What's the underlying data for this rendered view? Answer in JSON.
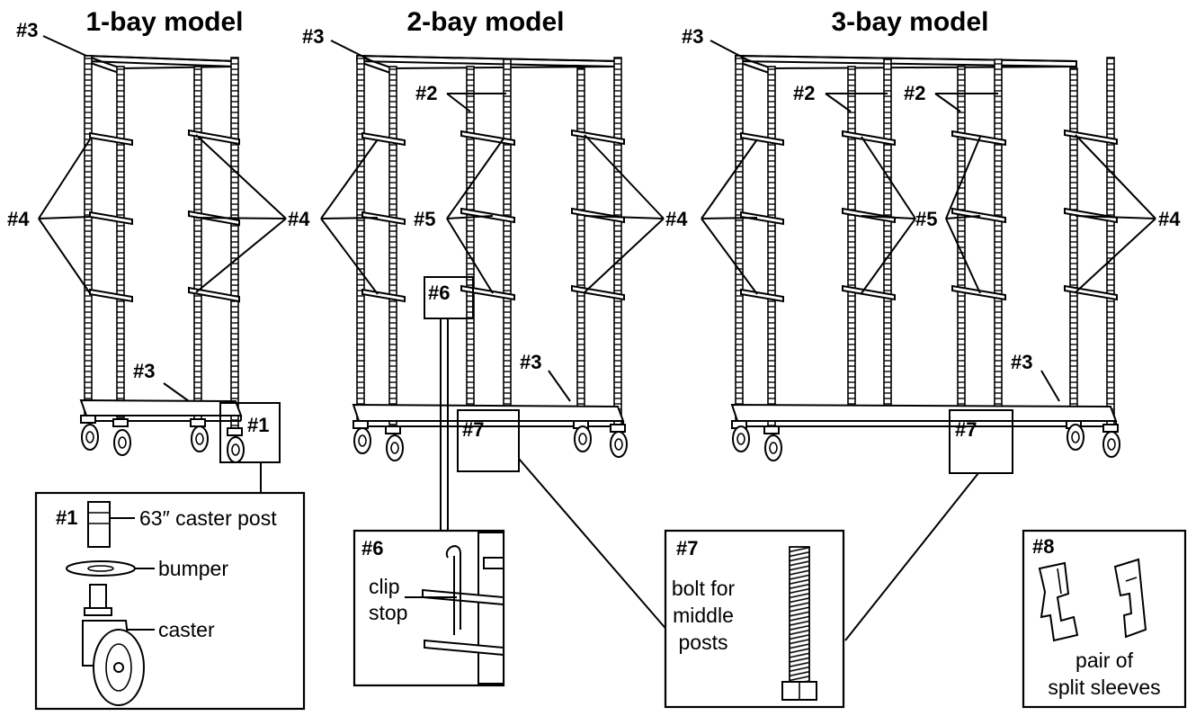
{
  "models": [
    {
      "title": "1-bay model"
    },
    {
      "title": "2-bay model"
    },
    {
      "title": "3-bay model"
    }
  ],
  "labels": {
    "part1": "#1",
    "part2": "#2",
    "part3": "#3",
    "part4": "#4",
    "part5": "#5",
    "part6": "#6",
    "part7": "#7",
    "part8": "#8"
  },
  "details": {
    "caster": {
      "number": "#1",
      "post": "63″ caster post",
      "bumper": "bumper",
      "caster": "caster"
    },
    "clip": {
      "number": "#6",
      "line1": "clip",
      "line2": "stop"
    },
    "bolt": {
      "number": "#7",
      "line1": "bolt for",
      "line2": "middle",
      "line3": "posts"
    },
    "sleeves": {
      "number": "#8",
      "line1": "pair of",
      "line2": "split sleeves"
    }
  }
}
